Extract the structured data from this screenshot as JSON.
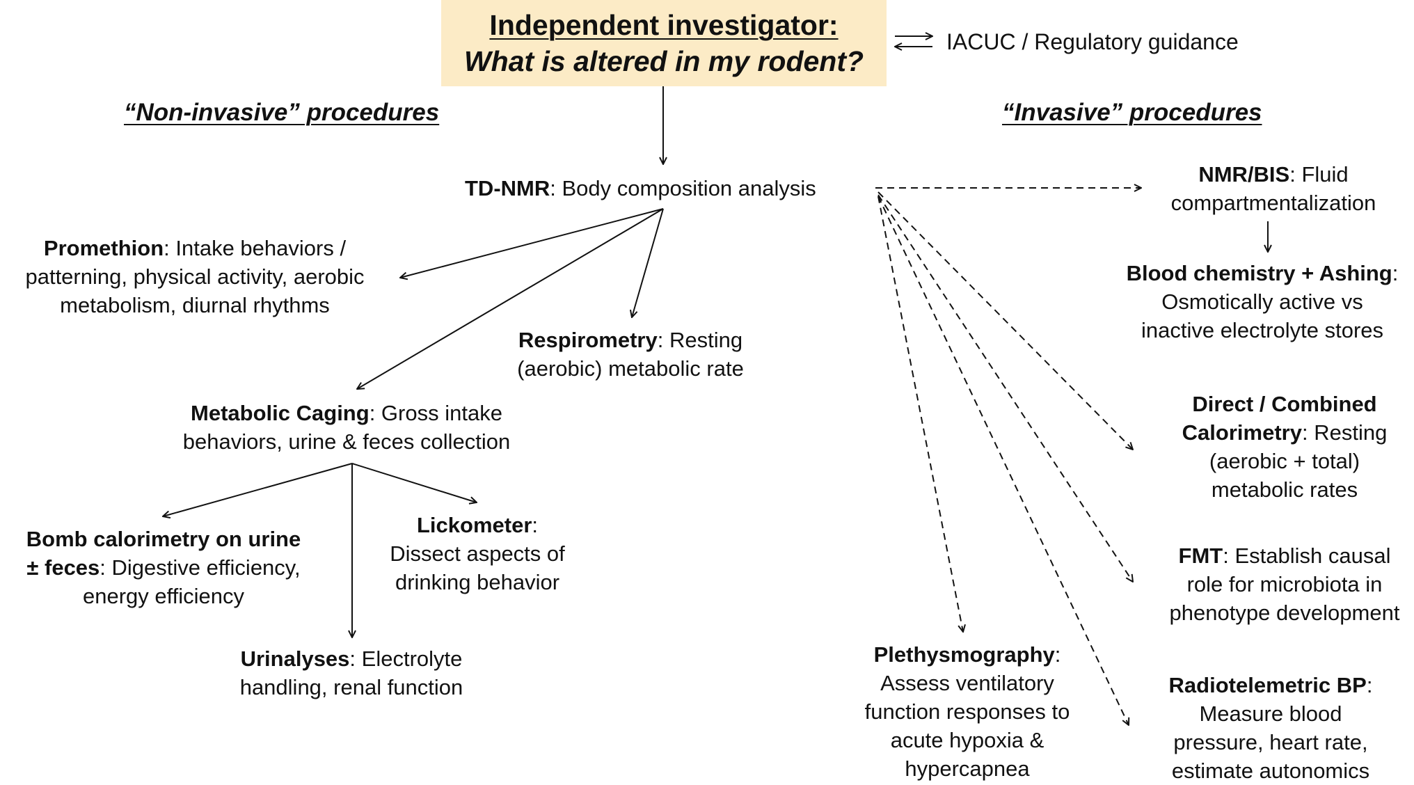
{
  "title": {
    "line1": "Independent investigator:",
    "line2": "What is altered in my rodent?"
  },
  "regulatory": "IACUC / Regulatory guidance",
  "headers": {
    "noninvasive": "“Non-invasive” procedures",
    "invasive": "“Invasive” procedures"
  },
  "nodes": {
    "tdnmr": {
      "name": "TD-NMR",
      "sep": ":  ",
      "text": "Body composition analysis"
    },
    "promethion": {
      "name": "Promethion",
      "sep": ":  ",
      "line1": "Intake behaviors /",
      "line2": "patterning, physical activity, aerobic",
      "line3": "metabolism, diurnal rhythms"
    },
    "respirometry": {
      "name": "Respirometry",
      "sep": ":  ",
      "line1": "Resting",
      "line2": "(aerobic) metabolic rate"
    },
    "metabolic_caging": {
      "name": "Metabolic Caging",
      "sep": ":  ",
      "line1": "Gross intake",
      "line2": "behaviors, urine & feces collection"
    },
    "bomb": {
      "name1": "Bomb calorimetry on urine",
      "name2": "± feces",
      "sep": ":  ",
      "line2": "Digestive efficiency,",
      "line3": "energy efficiency"
    },
    "lickometer": {
      "name": "Lickometer",
      "sep": ":",
      "line2": "Dissect aspects of",
      "line3": "drinking behavior"
    },
    "urinalyses": {
      "name": "Urinalyses",
      "sep": ":  ",
      "line1": "Electrolyte",
      "line2": "handling, renal function"
    },
    "nmrbis": {
      "name": "NMR/BIS",
      "sep": ":  ",
      "line1": "Fluid",
      "line2": "compartmentalization"
    },
    "blood": {
      "name": "Blood chemistry + Ashing",
      "sep": ":",
      "line2": "Osmotically active vs",
      "line3": "inactive electrolyte stores"
    },
    "calorimetry": {
      "name1": "Direct / Combined",
      "name2": "Calorimetry",
      "sep": ":  ",
      "line2": "Resting",
      "line3": "(aerobic + total)",
      "line4": "metabolic rates"
    },
    "fmt": {
      "name": "FMT",
      "sep": ":  ",
      "line1": "Establish causal",
      "line2": "role for microbiota in",
      "line3": "phenotype development"
    },
    "plethysmography": {
      "name": "Plethysmography",
      "sep": ":",
      "line2": "Assess ventilatory",
      "line3": "function responses to",
      "line4": "acute hypoxia &",
      "line5": "hypercapnea"
    },
    "radiotelemetric": {
      "name": "Radiotelemetric BP",
      "sep": ":",
      "line2": "Measure blood",
      "line3": "pressure, heart rate,",
      "line4": "estimate autonomics"
    }
  }
}
